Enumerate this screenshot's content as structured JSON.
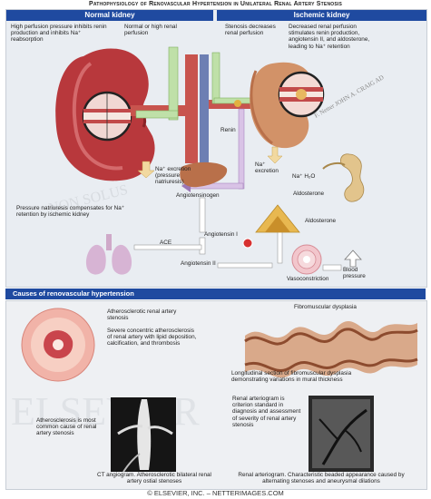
{
  "title": "Pathophysiology of Renovascular Hypertension in Unilateral Renal Artery Stenosis",
  "headers": {
    "left": "Normal kidney",
    "right": "Ischemic kidney"
  },
  "labels": {
    "high_perfusion": "High perfusion pressure inhibits renin production and inhibits Na⁺ reabsorption",
    "normal_perfusion": "Normal or high renal perfusion",
    "stenosis_decreases": "Stenosis decreases renal perfusion",
    "decreased_perfusion": "Decreased renal perfusion stimulates renin production, angiotensin II, and aldosterone, leading to Na⁺ retention",
    "renin": "Renin",
    "na_excretion_pressure": "Na⁺ excretion (pressure natriuresis)",
    "na_excretion": "Na⁺ excretion",
    "na_h2o": "Na⁺ H₂O",
    "aldosterone_top": "Aldosterone",
    "aldosterone_right": "Aldosterone",
    "angiotensinogen": "Angiotensinogen",
    "pressure_natriuresis": "Pressure natriuresis compensates for Na⁺ retention by ischemic kidney",
    "angiotensin_i": "Angiotensin I",
    "ace": "ACE",
    "angiotensin_ii": "Angiotensin II",
    "vasoconstriction": "Vasoconstriction",
    "blood_pressure": "Blood pressure"
  },
  "causes_header": "Causes of renovascular hypertension",
  "causes": {
    "atherosclerotic_stenosis": "Atherosclerotic renal artery stenosis",
    "severe_concentric": "Severe concentric atherosclerosis of renal artery with lipid deposition, calcification, and thrombosis",
    "fibromuscular": "Fibromuscular dysplasia",
    "longitudinal": "Longitudinal section of fibromuscular dysplasia demonstrating variations in mural thickness",
    "most_common": "Atherosclerosis is most common cause of renal artery stenosis",
    "arteriogram_criterion": "Renal arteriogram is criterion standard in diagnosis and assessment of severity of renal artery stenosis",
    "ct_caption": "CT angiogram. Atherosclerotic bilateral renal artery ostial stenoses",
    "arteriogram_caption": "Renal arteriogram. Characteristic beaded appearance caused by alternating stenoses and aneurysmal dilations"
  },
  "watermarks": {
    "nonsol": "NON SOLUS",
    "brand": "ELSEVIER"
  },
  "signature": "F. Netter JOHN A. CRAIG AD",
  "footer": "© ELSEVIER, INC. – NETTERIMAGES.COM",
  "colors": {
    "header_blue": "#1f4aa0",
    "kidney_red": "#b8383c",
    "ischemic_kidney": "#d29268",
    "vessel_pink": "#e0a0a6"
  }
}
